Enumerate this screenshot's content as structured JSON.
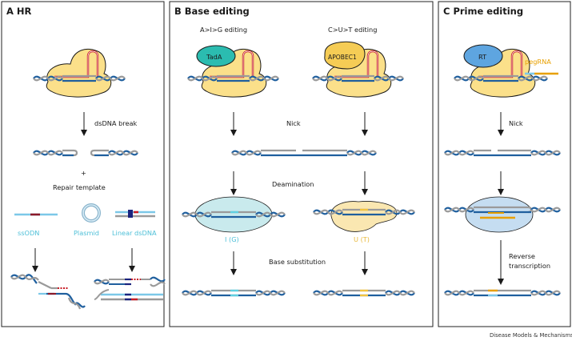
{
  "panels": {
    "a": {
      "title": "A HR",
      "step1": "dsDNA break",
      "plus": "+",
      "step2": "Repair template",
      "templates": [
        "ssODN",
        "Plasmid",
        "Linear dsDNA"
      ]
    },
    "b": {
      "title": "B Base editing",
      "left_header": "A>I>G editing",
      "right_header": "C>U>T editing",
      "left_enzyme": "TadA",
      "right_enzyme": "APOBEC1",
      "step1": "Nick",
      "step2": "Deamination",
      "left_product": "I (G)",
      "right_product": "U (T)",
      "step3": "Base substitution"
    },
    "c": {
      "title": "C Prime editing",
      "enzyme": "RT",
      "guide": "pegRNA",
      "step1": "Nick",
      "step2_line1": "Reverse",
      "step2_line2": "transcription"
    }
  },
  "footer": "Disease Models & Mechanisms",
  "colors": {
    "dna_blue": "#1f5f9e",
    "dna_gray": "#9a9a9a",
    "cas9_fill": "#fbe08a",
    "guide_red": "#c81d25",
    "tada": "#2bbcb0",
    "apobec": "#f5cc55",
    "rt": "#5ea5e0",
    "pegrna": "#e8a000",
    "edit_cyan": "#4fc0d8",
    "edit_gold": "#f2c440"
  }
}
